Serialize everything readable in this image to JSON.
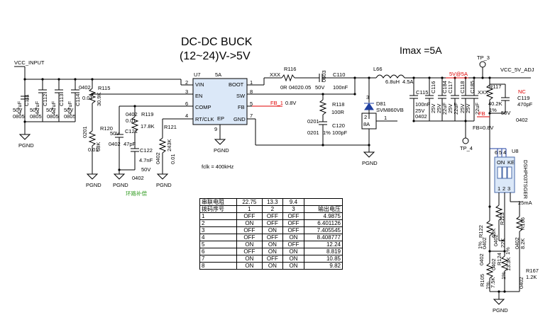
{
  "title": "DC-DC BUCK",
  "subtitle": "(12~24)V->5V",
  "imax": "Imax =5A",
  "ic": {
    "ref": "U7",
    "value": "5A",
    "pins_left": [
      {
        "num": "2",
        "name": "VIN"
      },
      {
        "num": "3",
        "name": "EN"
      },
      {
        "num": "6",
        "name": "COMP"
      },
      {
        "num": "4",
        "name": "RT/CLK"
      }
    ],
    "pins_right": [
      {
        "num": "1",
        "name": "BOOT"
      },
      {
        "num": "8",
        "name": "SW"
      },
      {
        "num": "5",
        "name": "FB"
      },
      {
        "num": "7",
        "name": "GND"
      }
    ],
    "ep_name": "EP",
    "ep_num": "9"
  },
  "nets": {
    "vcc_input": "VCC_INPUT",
    "vcc_5v_adj": "VCC_5V_ADJ",
    "pgnd": "PGND",
    "tp3": "TP_3",
    "tp4": "TP_4",
    "fb": "FB",
    "fb_08": "FB_1",
    "v08": "0.8V",
    "fb_eq": "FB=0.8V",
    "label_5v5a": "5V@5A",
    "nc": "NC",
    "fclk": "fclk = 400kHz",
    "loop_comp": "环路补偿"
  },
  "input_caps": [
    {
      "ref": "C111",
      "value": "4.7uF",
      "v": "50V",
      "pkg": "0805"
    },
    {
      "ref": "C112",
      "value": "4.7uF",
      "v": "50V",
      "pkg": "0805"
    },
    {
      "ref": "C113",
      "value": "4.7uF",
      "v": "50V",
      "pkg": "0805"
    },
    {
      "ref": "C114",
      "value": "4.7uF",
      "v": "50V",
      "pkg": "0805"
    }
  ],
  "parts": {
    "r115": {
      "ref": "R115",
      "pkg": "0402",
      "val": "0.01",
      "res": "30.9K"
    },
    "r120": {
      "ref": "R120",
      "pkg": "0201",
      "val": "0.01",
      "res": "68K"
    },
    "r119": {
      "ref": "R119",
      "pkg": "0402",
      "val": "0.01",
      "res": "17.8K"
    },
    "c121": {
      "ref": "C121",
      "v": "50V",
      "pkg": "0402",
      "val": "47pF"
    },
    "c122": {
      "ref": "C122",
      "val": "4.7nF",
      "v": "50V",
      "pkg": "0402"
    },
    "r121": {
      "ref": "R121",
      "val": "243K",
      "pkg": "0402",
      "tol": "0.01"
    },
    "r116": {
      "ref": "R116",
      "xxx": "XXX",
      "val": "0R",
      "pkg": "04020.05"
    },
    "c110": {
      "ref": "C110",
      "pkg": "0603",
      "v": "50V",
      "val": "100nF"
    },
    "r118": {
      "ref": "R118",
      "val": "100R",
      "pkg": "0201"
    },
    "c120": {
      "ref": "C120",
      "pkg": "0201",
      "tol": "1%",
      "val": "100pF"
    },
    "l66": {
      "ref": "L66",
      "val": "6.8uH",
      "cur": "4.5A"
    },
    "d81": {
      "ref": "D81",
      "part": "SVM860VB",
      "p3": "3",
      "p2": "2",
      "cur": "8A",
      "p1": "1"
    },
    "c115": {
      "ref": "C115",
      "val": "100nF",
      "v": "25V",
      "pkg": "0402"
    },
    "out_caps": [
      {
        "ref": "C116",
        "val": "22uF",
        "v": "25V"
      },
      {
        "ref": "C184",
        "val": "22uF",
        "v": "25V"
      },
      {
        "ref": "C117",
        "val": "22uF",
        "v": "25V"
      },
      {
        "ref": "C118",
        "val": "22uF",
        "v": "25V"
      },
      {
        "ref": "C185",
        "val": "22uF",
        "v": "25V"
      }
    ],
    "r117": {
      "ref": "R117",
      "xxx": "XXX",
      "val": "40.2K",
      "tol": "1%"
    },
    "c119": {
      "ref": "C119",
      "val": "470pF",
      "v": "50V",
      "pkg": "0402"
    },
    "u8": {
      "ref": "U8",
      "part": "DSHP03TSGER",
      "on": "ON",
      "ke": "KE",
      "pins_top": [
        "6",
        "5",
        "4"
      ],
      "pins_bot": [
        "1",
        "2",
        "3"
      ],
      "cur": "25mA"
    },
    "r122": {
      "ref": "R122",
      "pkg": "0402",
      "tol": "1%",
      "val": "68K"
    },
    "r123": {
      "ref": "R123",
      "pkg": "0402",
      "tol": "1%",
      "val": "22K"
    },
    "r166": {
      "ref": "R166",
      "pkg": "0402",
      "val": "8.2K"
    },
    "r105": {
      "ref": "R105",
      "pkg": "0402",
      "tol": "1%",
      "val": "7.5K"
    },
    "r124": {
      "ref": "R124",
      "pkg": "0402",
      "tol": "1%",
      "val": "13.3K"
    },
    "r167": {
      "ref": "R167",
      "val": "1.2K",
      "pkg": "0402"
    }
  },
  "table": {
    "rows": [
      [
        "串联电阻",
        "22.75",
        "13.3",
        "9.4",
        ""
      ],
      [
        "拨码序号",
        "1",
        "2",
        "3",
        "输出电压"
      ],
      [
        "1",
        "OFF",
        "OFF",
        "OFF",
        "4.9875"
      ],
      [
        "2",
        "ON",
        "OFF",
        "OFF",
        "6.401126"
      ],
      [
        "3",
        "OFF",
        "ON",
        "OFF",
        "7.405545"
      ],
      [
        "4",
        "OFF",
        "OFF",
        "ON",
        "8.408777"
      ],
      [
        "5",
        "ON",
        "ON",
        "OFF",
        "12.24"
      ],
      [
        "6",
        "OFF",
        "ON",
        "ON",
        "8.819"
      ],
      [
        "7",
        "ON",
        "OFF",
        "ON",
        "10.85"
      ],
      [
        "8",
        "ON",
        "ON",
        "ON",
        "9.82"
      ]
    ]
  },
  "colors": {
    "wire": "#000000",
    "highlight": "#e00000",
    "ic_fill": "#dbe8f8",
    "switch": "#4a6aa8",
    "note": "#3aa02a"
  }
}
